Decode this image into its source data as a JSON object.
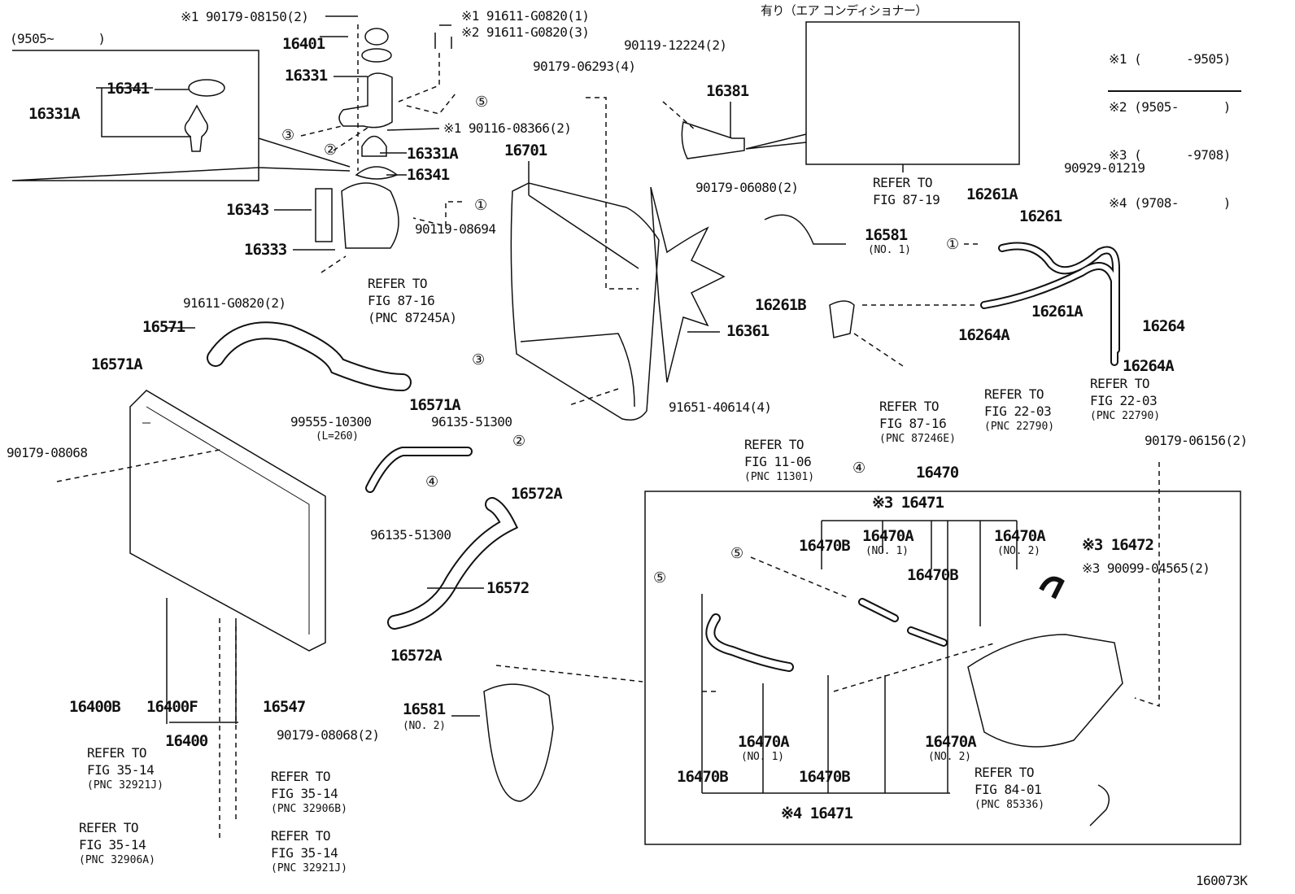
{
  "parts": [
    "(9505~      )",
    "※1 90179-08150(2)",
    "※1 91611-G0820(1)",
    "※2 91611-G0820(3)",
    "16401",
    "16331",
    "16341",
    "16331A",
    "※1 90116-08366(2)",
    "16331A",
    "16341",
    "16343",
    "16333",
    "90119-08694",
    "91611-G0820(2)",
    "16571",
    "16571A",
    "16571A",
    "99555-10300",
    "(L=260)",
    "96135-51300",
    "90179-08068",
    "16572A",
    "96135-51300",
    "16572",
    "16572A",
    "16400B",
    "16400F",
    "16547",
    "16400",
    "90179-08068(2)",
    "90179-06293(4)",
    "16701",
    "90119-12224(2)",
    "16381",
    "有り（エア コンディショナー）",
    "90929-01219",
    "90179-06080(2)",
    "16581",
    "(NO. 1)",
    "16261A",
    "16261",
    "16261B",
    "16264A",
    "16261A",
    "16264",
    "16264A",
    "16361",
    "91651-40614(4)",
    "90179-06156(2)",
    "16470",
    "※3 16471",
    "16470B",
    "16470A",
    "(NO. 1)",
    "16470A",
    "(NO. 2)",
    "※3 16472",
    "※3 90099-04565(2)",
    "16470B",
    "16581",
    "(NO. 2)",
    "16470A",
    "(NO. 1)",
    "16470A",
    "(NO. 2)",
    "16470B",
    "16470B",
    "※4 16471",
    "160073K"
  ],
  "refs": [
    [
      "REFER TO",
      "FIG 87-16",
      "(PNC 87245A)"
    ],
    [
      "REFER TO",
      "FIG 35-14",
      "(PNC 32921J)"
    ],
    [
      "REFER TO",
      "FIG 35-14",
      "(PNC 32906B)"
    ],
    [
      "REFER TO",
      "FIG 35-14",
      "(PNC 32906A)"
    ],
    [
      "REFER TO",
      "FIG 35-14",
      "(PNC 32921J)"
    ],
    [
      "REFER TO",
      "FIG 87-19"
    ],
    [
      "REFER TO",
      "FIG 87-16",
      "(PNC 87246E)"
    ],
    [
      "REFER TO",
      "FIG 22-03",
      "(PNC 22790)"
    ],
    [
      "REFER TO",
      "FIG 22-03",
      "(PNC 22790)"
    ],
    [
      "REFER TO",
      "FIG 11-06",
      "(PNC 11301)"
    ],
    [
      "REFER TO",
      "FIG 84-01",
      "(PNC 85336)"
    ]
  ],
  "legend": [
    "※1 (      -9505)",
    "※2 (9505-      )",
    "※3 (      -9708)",
    "※4 (9708-      )"
  ],
  "circled": [
    "①",
    "①",
    "②",
    "②",
    "③",
    "③",
    "④",
    "④",
    "⑤",
    "⑤",
    "⑤"
  ]
}
